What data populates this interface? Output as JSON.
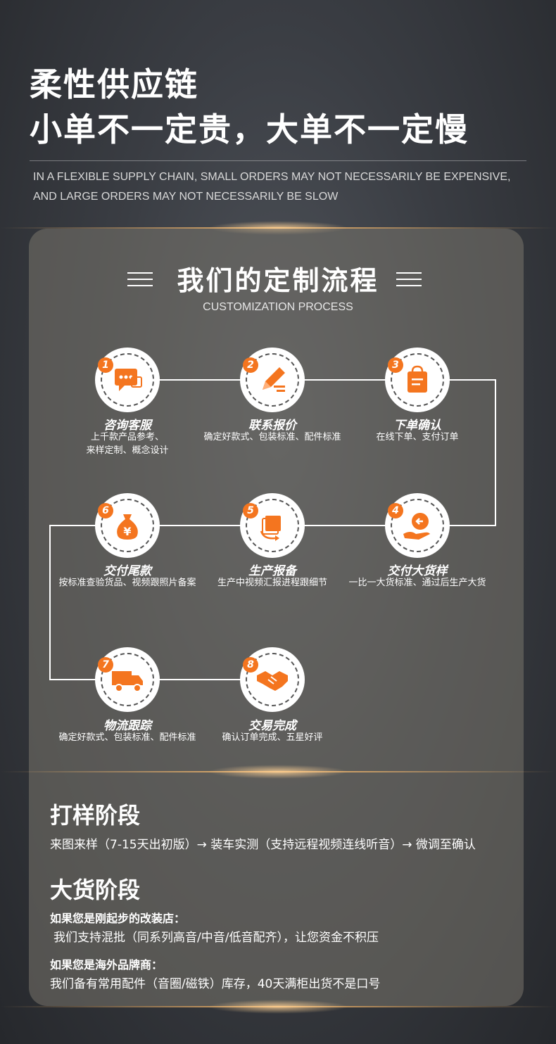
{
  "hero": {
    "line1": "柔性供应链",
    "line2": "小单不一定贵，大单不一定慢",
    "en1": "IN A FLEXIBLE SUPPLY CHAIN, SMALL ORDERS MAY NOT NECESSARILY BE EXPENSIVE,",
    "en2": "AND LARGE ORDERS MAY NOT NECESSARILY BE SLOW"
  },
  "process": {
    "title": "我们的定制流程",
    "subtitle": "CUSTOMIZATION PROCESS",
    "steps": [
      {
        "num": "1",
        "label": "咨询客服",
        "desc1": "上千款产品参考、",
        "desc2": "来样定制、概念设计",
        "icon": "chat-icon"
      },
      {
        "num": "2",
        "label": "联系报价",
        "desc1": "确定好款式、包装标准、配件标准",
        "desc2": "",
        "icon": "pencil-icon"
      },
      {
        "num": "3",
        "label": "下单确认",
        "desc1": "在线下单、支付订单",
        "desc2": "",
        "icon": "order-bag-icon"
      },
      {
        "num": "4",
        "label": "交付大货样",
        "desc1": "一比一大货标准、通过后生产大货",
        "desc2": "",
        "icon": "hand-coin-icon"
      },
      {
        "num": "5",
        "label": "生产报备",
        "desc1": "生产中视频汇报进程跟细节",
        "desc2": "",
        "icon": "cycle-box-icon"
      },
      {
        "num": "6",
        "label": "交付尾款",
        "desc1": "按标准查验货品、视频跟照片备案",
        "desc2": "",
        "icon": "money-bag-icon"
      },
      {
        "num": "7",
        "label": "物流跟踪",
        "desc1": "确定好款式、包装标准、配件标准",
        "desc2": "",
        "icon": "truck-icon"
      },
      {
        "num": "8",
        "label": "交易完成",
        "desc1": "确认订单完成、五星好评",
        "desc2": "",
        "icon": "handshake-icon"
      }
    ]
  },
  "sample": {
    "title": "打样阶段",
    "text": "来图来样（7-15天出初版）→ 装车实测（支持远程视频连线听音）→ 微调至确认"
  },
  "bulk": {
    "title": "大货阶段",
    "q1": "如果您是刚起步的改装店：",
    "a1": "我们支持混批（同系列高音/中音/低音配齐），让您资金不积压",
    "q2": "如果您是海外品牌商：",
    "a2": "我们备有常用配件（音圈/磁铁）库存，40天满柜出货不是口号"
  },
  "colors": {
    "accent": "#f4751f"
  }
}
